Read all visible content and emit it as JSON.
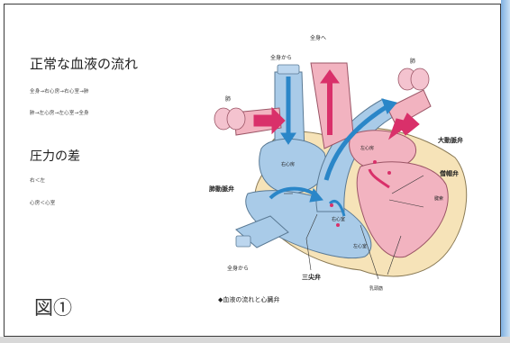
{
  "text_panel": {
    "title": "正常な血液の流れ",
    "flow_line_1": "全身→右心房→右心室→肺",
    "flow_line_2": "肺→左心房→左心室→全身",
    "pressure_title": "圧力の差",
    "pressure_line_1": "右＜左",
    "pressure_line_2": "心房＜心室",
    "figure_label": "図①"
  },
  "diagram": {
    "labels": {
      "to_body": "全身へ",
      "from_body_top": "全身から",
      "lung_left": "肺",
      "lung_right": "肺",
      "right_atrium": "右心房",
      "left_atrium": "左心房",
      "right_ventricle": "右心室",
      "left_ventricle": "左心室",
      "aortic_valve": "大動脈弁",
      "mitral_valve": "僧帽弁",
      "pulmonary_valve": "肺動脈弁",
      "tricuspid_valve": "三尖弁",
      "papillary_muscle": "乳頭筋",
      "chordae": "腱索",
      "from_body_bottom": "全身から",
      "caption": "◆血液の流れと心臓弁"
    },
    "colors": {
      "venous_blue": "#a9cbe8",
      "arterial_pink": "#f2b3c0",
      "arrow_blue": "#2a86c8",
      "arrow_red": "#d9306a",
      "pericardium_tan": "#f6e3b8",
      "caption_marker": "#3aaa8a"
    }
  }
}
